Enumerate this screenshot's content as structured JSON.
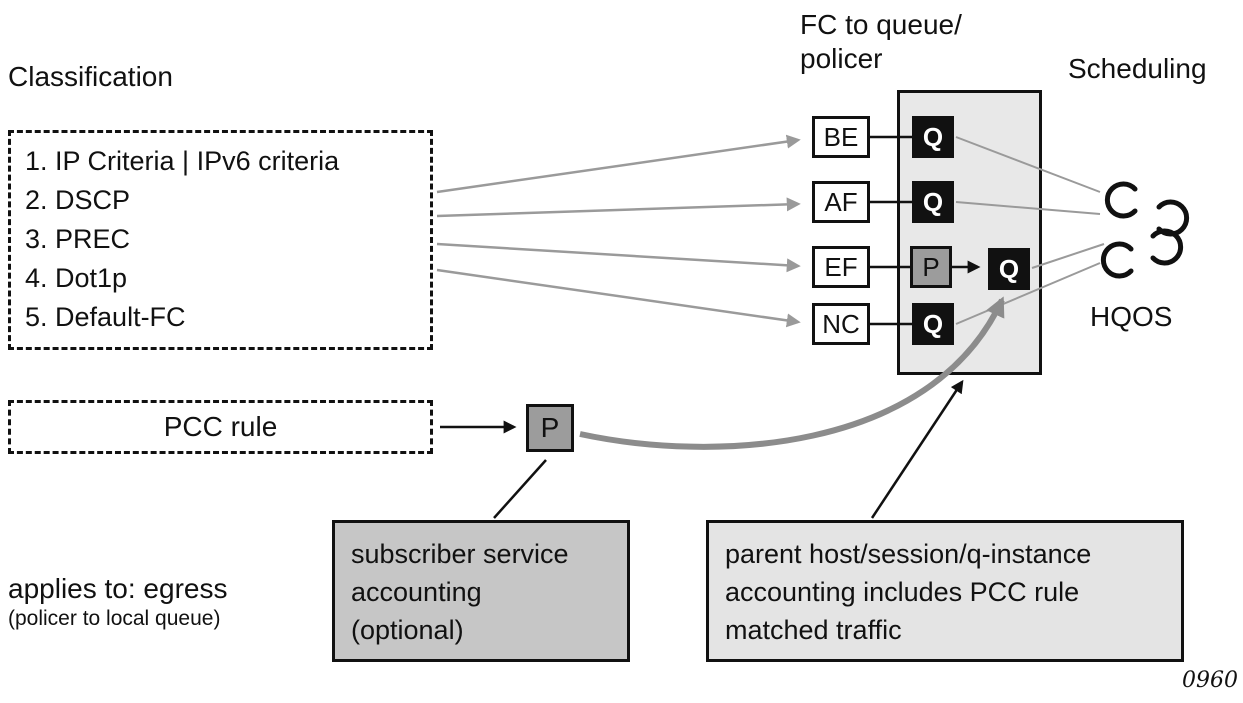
{
  "title": {
    "classification": "Classification",
    "fc_to_queue_line1": "FC to queue/",
    "fc_to_queue_line2": "policer",
    "scheduling": "Scheduling",
    "hqos": "HQOS"
  },
  "classification_list": [
    "1. IP Criteria | IPv6 criteria",
    "2. DSCP",
    "3. PREC",
    "4. Dot1p",
    "5. Default-FC"
  ],
  "fc_boxes": [
    "BE",
    "AF",
    "EF",
    "NC"
  ],
  "symbols": {
    "queue": "Q",
    "policer": "P"
  },
  "pcc_rule": {
    "label": "PCC rule"
  },
  "subscriber_note": [
    "subscriber service",
    "accounting",
    "(optional)"
  ],
  "parent_note": [
    "parent host/session/q-instance",
    "accounting includes PCC rule",
    "matched traffic"
  ],
  "footer": {
    "applies_to": "applies to: egress",
    "applies_detail": "(policer to local queue)",
    "figure_number": "0960"
  },
  "colors": {
    "connector_gray": "#9a9a9a",
    "thick_curve_gray": "#8c8c8c",
    "queue_black": "#111111",
    "policer_gray": "#9c9c9c",
    "container_fill": "#e8e8e8",
    "subscriber_box_fill": "#c6c6c6",
    "parent_box_fill": "#e4e4e4"
  }
}
